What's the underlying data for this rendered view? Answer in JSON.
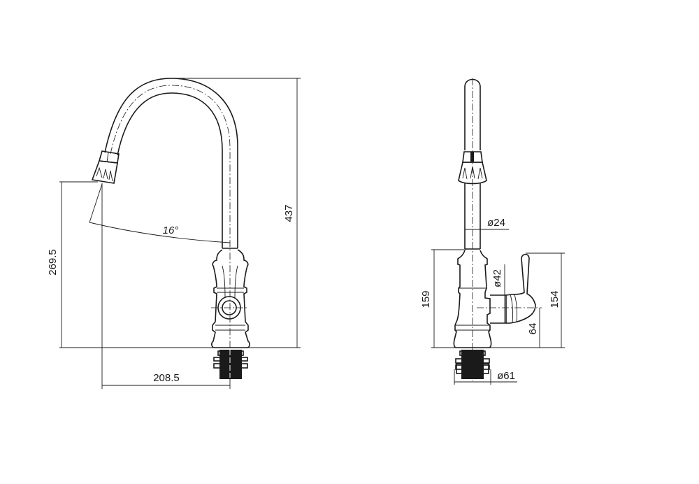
{
  "drawing": {
    "side_view": {
      "height_total": "437",
      "spout_height": "269.5",
      "spout_reach": "208.5",
      "swivel_angle": "16°"
    },
    "front_view": {
      "body_height": "159",
      "handle_height": "154",
      "handle_axis_height": "64",
      "handle_diameter": "ø42",
      "spout_diameter": "ø24",
      "base_diameter": "ø61"
    }
  }
}
